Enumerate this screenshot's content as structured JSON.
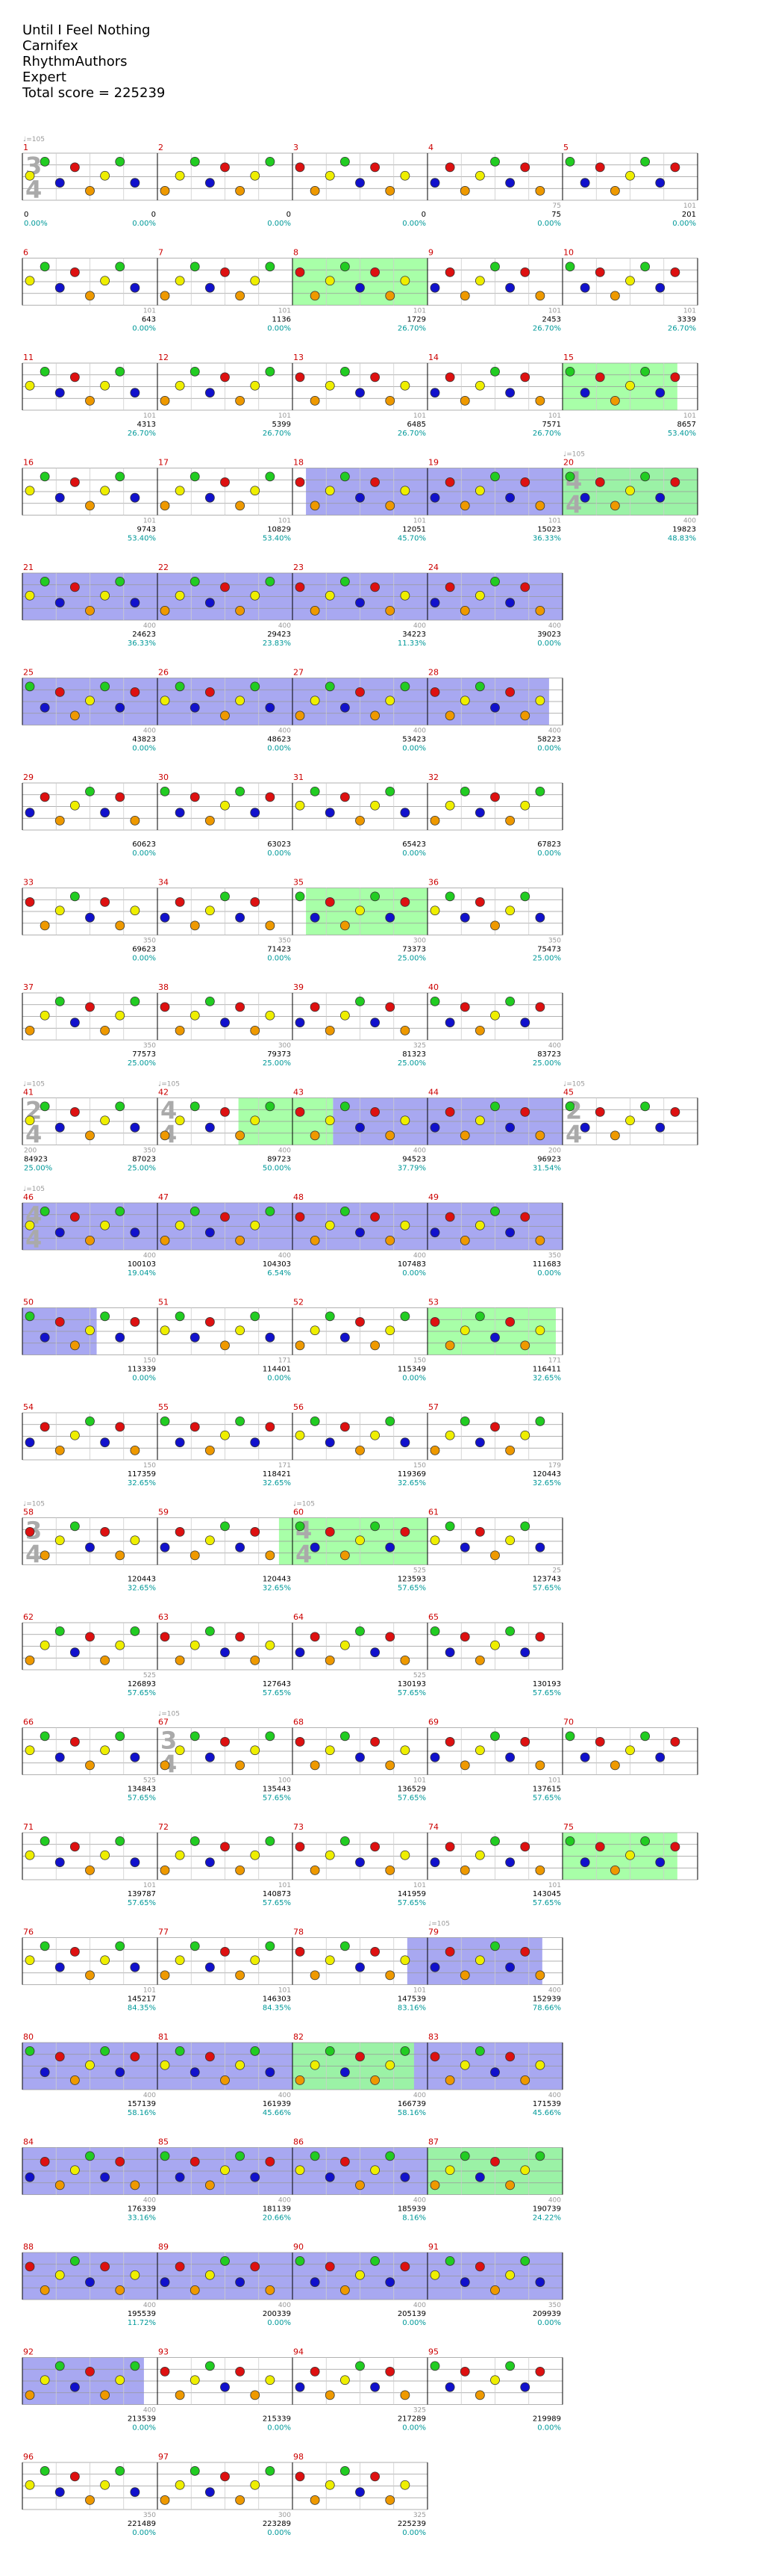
{
  "header": {
    "song": "Until I Feel Nothing",
    "artist": "Carnifex",
    "charter": "RhythmAuthors",
    "difficulty": "Expert",
    "total_score_label": "Total score = 225239"
  },
  "colors": {
    "green": "#22cc22",
    "red": "#dd1111",
    "yellow": "#eeee00",
    "blue": "#1111cc",
    "orange": "#ee9900",
    "star_power": "#99ff99",
    "solo": "#9999ee",
    "measure_number": "#cc0000",
    "multiplier_text": "#009999"
  },
  "chart_data": {
    "type": "table",
    "song": "Until I Feel Nothing",
    "tempo_marks": [
      {
        "measure": 1,
        "label": "♩=105"
      },
      {
        "measure": 20,
        "label": "♩=105"
      },
      {
        "measure": 41,
        "label": "♩=105"
      },
      {
        "measure": 42,
        "label": "♩=105"
      },
      {
        "measure": 45,
        "label": "♩=105"
      },
      {
        "measure": 46,
        "label": "♩=105"
      },
      {
        "measure": 58,
        "label": "♩=105"
      },
      {
        "measure": 60,
        "label": "♩=105"
      },
      {
        "measure": 67,
        "label": "♩=105"
      },
      {
        "measure": 79,
        "label": "♩=105"
      }
    ],
    "time_signatures": [
      {
        "measure": 1,
        "top": "3",
        "bottom": "4"
      },
      {
        "measure": 20,
        "top": "4",
        "bottom": "4"
      },
      {
        "measure": 41,
        "top": "2",
        "bottom": "4"
      },
      {
        "measure": 42,
        "top": "4",
        "bottom": "4"
      },
      {
        "measure": 45,
        "top": "2",
        "bottom": "4"
      },
      {
        "measure": 46,
        "top": "4",
        "bottom": "4"
      },
      {
        "measure": 58,
        "top": "3",
        "bottom": "4"
      },
      {
        "measure": 60,
        "top": "4",
        "bottom": "4"
      },
      {
        "measure": 67,
        "top": "3",
        "bottom": "4"
      }
    ],
    "rows": [
      {
        "measures": [
          1,
          2,
          3,
          4,
          5
        ],
        "scores": [
          "0",
          "0",
          "0",
          "0",
          "75",
          "201"
        ],
        "subs": [
          "",
          "",
          "",
          "",
          "75",
          "101"
        ],
        "mults": [
          "0.00%",
          "0.00%",
          "0.00%",
          "0.00%",
          "0.00%",
          "0.00%"
        ],
        "sp": [],
        "solo": []
      },
      {
        "measures": [
          6,
          7,
          8,
          9,
          10
        ],
        "scores": [
          "",
          "643",
          "1136",
          "1729",
          "2453",
          "3339"
        ],
        "subs": [
          "",
          "101",
          "101",
          "101",
          "101",
          "101"
        ],
        "mults": [
          "",
          "0.00%",
          "0.00%",
          "26.70%",
          "26.70%",
          "26.70%"
        ],
        "sp": [
          [
            2.0,
            3.0
          ]
        ],
        "solo": []
      },
      {
        "measures": [
          11,
          12,
          13,
          14,
          15
        ],
        "scores": [
          "",
          "4313",
          "5399",
          "6485",
          "7571",
          "8657"
        ],
        "subs": [
          "",
          "101",
          "101",
          "101",
          "101",
          "101"
        ],
        "mults": [
          "",
          "26.70%",
          "26.70%",
          "26.70%",
          "26.70%",
          "53.40%"
        ],
        "sp": [
          [
            4.0,
            4.85
          ]
        ],
        "solo": []
      },
      {
        "measures": [
          16,
          17,
          18,
          19,
          20
        ],
        "scores": [
          "",
          "9743",
          "10829",
          "12051",
          "15023",
          "19823"
        ],
        "subs": [
          "",
          "101",
          "101",
          "101",
          "101",
          "400"
        ],
        "mults": [
          "",
          "53.40%",
          "53.40%",
          "45.70%",
          "36.33%",
          "48.83%"
        ],
        "sp": [
          [
            4.0,
            5.0
          ]
        ],
        "solo": [
          [
            2.1,
            5.0
          ]
        ]
      },
      {
        "measures": [
          21,
          22,
          23,
          24
        ],
        "scores": [
          "",
          "24623",
          "29423",
          "34223",
          "39023"
        ],
        "subs": [
          "",
          "400",
          "400",
          "400",
          "400"
        ],
        "mults": [
          "",
          "36.33%",
          "23.83%",
          "11.33%",
          "0.00%"
        ],
        "sp": [],
        "solo": [
          [
            0,
            4.0
          ]
        ]
      },
      {
        "measures": [
          25,
          26,
          27,
          28
        ],
        "scores": [
          "",
          "43823",
          "48623",
          "53423",
          "58223"
        ],
        "subs": [
          "",
          "400",
          "400",
          "400",
          "400"
        ],
        "mults": [
          "",
          "0.00%",
          "0.00%",
          "0.00%",
          "0.00%"
        ],
        "sp": [],
        "solo": [
          [
            0,
            3.9
          ]
        ]
      },
      {
        "measures": [
          29,
          30,
          31,
          32
        ],
        "scores": [
          "",
          "60623",
          "63023",
          "65423",
          "67823"
        ],
        "subs": [
          "",
          "",
          "",
          "",
          ""
        ],
        "mults": [
          "",
          "0.00%",
          "0.00%",
          "0.00%",
          "0.00%"
        ],
        "sp": [],
        "solo": []
      },
      {
        "measures": [
          33,
          34,
          35,
          36
        ],
        "scores": [
          "",
          "69623",
          "71423",
          "73373",
          "75473"
        ],
        "subs": [
          "",
          "350",
          "350",
          "300",
          "350"
        ],
        "mults": [
          "",
          "0.00%",
          "0.00%",
          "25.00%",
          "25.00%"
        ],
        "sp": [
          [
            2.1,
            3.0
          ]
        ],
        "solo": []
      },
      {
        "measures": [
          37,
          38,
          39,
          40
        ],
        "scores": [
          "",
          "77573",
          "79373",
          "81323",
          "83723"
        ],
        "subs": [
          "",
          "350",
          "300",
          "325",
          "400"
        ],
        "mults": [
          "",
          "25.00%",
          "25.00%",
          "25.00%",
          "25.00%"
        ],
        "sp": [],
        "solo": []
      },
      {
        "measures": [
          41,
          42,
          43,
          44,
          45
        ],
        "scores": [
          "84923",
          "87023",
          "89723",
          "94523",
          "96923"
        ],
        "subs": [
          "200",
          "350",
          "400",
          "400",
          "200"
        ],
        "mults": [
          "25.00%",
          "25.00%",
          "50.00%",
          "37.79%",
          "31.54%"
        ],
        "sp": [
          [
            1.6,
            2.3
          ]
        ],
        "solo": [
          [
            2.3,
            4.0
          ]
        ]
      },
      {
        "measures": [
          46,
          47,
          48,
          49
        ],
        "scores": [
          "",
          "100103",
          "104303",
          "107483",
          "111683"
        ],
        "subs": [
          "",
          "400",
          "400",
          "400",
          "350"
        ],
        "mults": [
          "",
          "19.04%",
          "6.54%",
          "0.00%",
          "0.00%"
        ],
        "sp": [],
        "solo": [
          [
            0,
            4.0
          ]
        ]
      },
      {
        "measures": [
          50,
          51,
          52,
          53
        ],
        "scores": [
          "",
          "113339",
          "114401",
          "115349",
          "116411"
        ],
        "subs": [
          "",
          "150",
          "171",
          "150",
          "171"
        ],
        "mults": [
          "",
          "0.00%",
          "0.00%",
          "0.00%",
          "32.65%"
        ],
        "sp": [
          [
            3.0,
            3.95
          ]
        ],
        "solo": [
          [
            0,
            0.55
          ]
        ]
      },
      {
        "measures": [
          54,
          55,
          56,
          57
        ],
        "scores": [
          "",
          "117359",
          "118421",
          "119369",
          "120443"
        ],
        "subs": [
          "",
          "150",
          "171",
          "150",
          "179"
        ],
        "mults": [
          "",
          "32.65%",
          "32.65%",
          "32.65%",
          "32.65%"
        ],
        "sp": [],
        "solo": []
      },
      {
        "measures": [
          58,
          59,
          60,
          61
        ],
        "scores": [
          "",
          "120443",
          "120443",
          "123593",
          "123743"
        ],
        "subs": [
          "",
          "",
          "",
          "525",
          "25"
        ],
        "mults": [
          "",
          "32.65%",
          "32.65%",
          "57.65%",
          "57.65%"
        ],
        "sp": [
          [
            1.9,
            3.0
          ]
        ],
        "solo": []
      },
      {
        "measures": [
          62,
          63,
          64,
          65
        ],
        "scores": [
          "",
          "126893",
          "127643",
          "130193",
          "130193"
        ],
        "subs": [
          "",
          "525",
          "",
          "525",
          ""
        ],
        "mults": [
          "",
          "57.65%",
          "57.65%",
          "57.65%",
          "57.65%"
        ],
        "sp": [],
        "solo": []
      },
      {
        "measures": [
          66,
          67,
          68,
          69,
          70
        ],
        "scores": [
          "",
          "134843",
          "135443",
          "136529",
          "137615"
        ],
        "subs": [
          "",
          "525",
          "100",
          "101",
          "101"
        ],
        "mults": [
          "",
          "57.65%",
          "57.65%",
          "57.65%",
          "57.65%"
        ],
        "sp": [],
        "solo": []
      },
      {
        "measures": [
          71,
          72,
          73,
          74,
          75
        ],
        "scores": [
          "",
          "139787",
          "140873",
          "141959",
          "143045"
        ],
        "subs": [
          "",
          "101",
          "101",
          "101",
          "101"
        ],
        "mults": [
          "",
          "57.65%",
          "57.65%",
          "57.65%",
          "57.65%"
        ],
        "sp": [
          [
            4.0,
            4.85
          ]
        ],
        "solo": []
      },
      {
        "measures": [
          76,
          77,
          78,
          79
        ],
        "scores": [
          "",
          "145217",
          "146303",
          "147539",
          "152939"
        ],
        "subs": [
          "",
          "101",
          "101",
          "101",
          "400"
        ],
        "mults": [
          "",
          "84.35%",
          "84.35%",
          "83.16%",
          "78.66%"
        ],
        "sp": [],
        "solo": [
          [
            2.85,
            3.85
          ]
        ]
      },
      {
        "measures": [
          80,
          81,
          82,
          83
        ],
        "scores": [
          "",
          "157139",
          "161939",
          "166739",
          "171539"
        ],
        "subs": [
          "",
          "400",
          "400",
          "400",
          "400"
        ],
        "mults": [
          "",
          "58.16%",
          "45.66%",
          "58.16%",
          "45.66%"
        ],
        "sp": [
          [
            2.0,
            2.9
          ]
        ],
        "solo": [
          [
            0,
            4.0
          ]
        ]
      },
      {
        "measures": [
          84,
          85,
          86,
          87
        ],
        "scores": [
          "",
          "176339",
          "181139",
          "185939",
          "190739"
        ],
        "subs": [
          "",
          "400",
          "400",
          "400",
          "400"
        ],
        "mults": [
          "",
          "33.16%",
          "20.66%",
          "8.16%",
          "24.22%"
        ],
        "sp": [
          [
            3.0,
            4.0
          ]
        ],
        "solo": [
          [
            0,
            4.0
          ]
        ]
      },
      {
        "measures": [
          88,
          89,
          90,
          91
        ],
        "scores": [
          "",
          "195539",
          "200339",
          "205139",
          "209939"
        ],
        "subs": [
          "",
          "400",
          "400",
          "400",
          "350"
        ],
        "mults": [
          "",
          "11.72%",
          "0.00%",
          "0.00%",
          "0.00%"
        ],
        "sp": [],
        "solo": [
          [
            0,
            4.0
          ]
        ]
      },
      {
        "measures": [
          92,
          93,
          94,
          95
        ],
        "scores": [
          "",
          "213539",
          "215339",
          "217289",
          "219989"
        ],
        "subs": [
          "",
          "400",
          "",
          "325",
          ""
        ],
        "mults": [
          "",
          "0.00%",
          "0.00%",
          "0.00%",
          "0.00%"
        ],
        "sp": [],
        "solo": [
          [
            0,
            0.9
          ]
        ]
      },
      {
        "measures": [
          96,
          97,
          98
        ],
        "scores": [
          "",
          "221489",
          "223289",
          "225239"
        ],
        "subs": [
          "",
          "350",
          "300",
          "325"
        ],
        "mults": [
          "",
          "0.00%",
          "0.00%",
          "0.00%"
        ],
        "sp": [],
        "solo": []
      }
    ]
  }
}
